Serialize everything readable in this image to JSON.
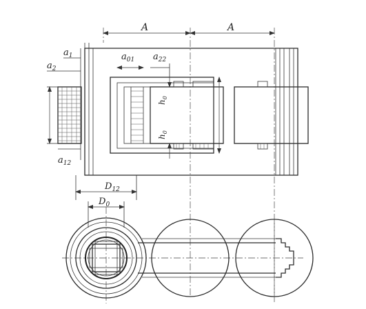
{
  "drawing": {
    "labels": {
      "A_left": "A",
      "A_right": "A",
      "a1": "a",
      "a1_sub": "1",
      "a2": "a",
      "a2_sub": "2",
      "a01": "a",
      "a01_sub": "01",
      "a22": "a",
      "a22_sub": "22",
      "a12": "a",
      "a12_sub": "12",
      "h0_top": "h",
      "h0_top_sub": "0",
      "h0_bottom": "h",
      "h0_bottom_sub": "0",
      "D12": "D",
      "D12_sub": "12",
      "D0": "D",
      "D0_sub": "0"
    }
  }
}
